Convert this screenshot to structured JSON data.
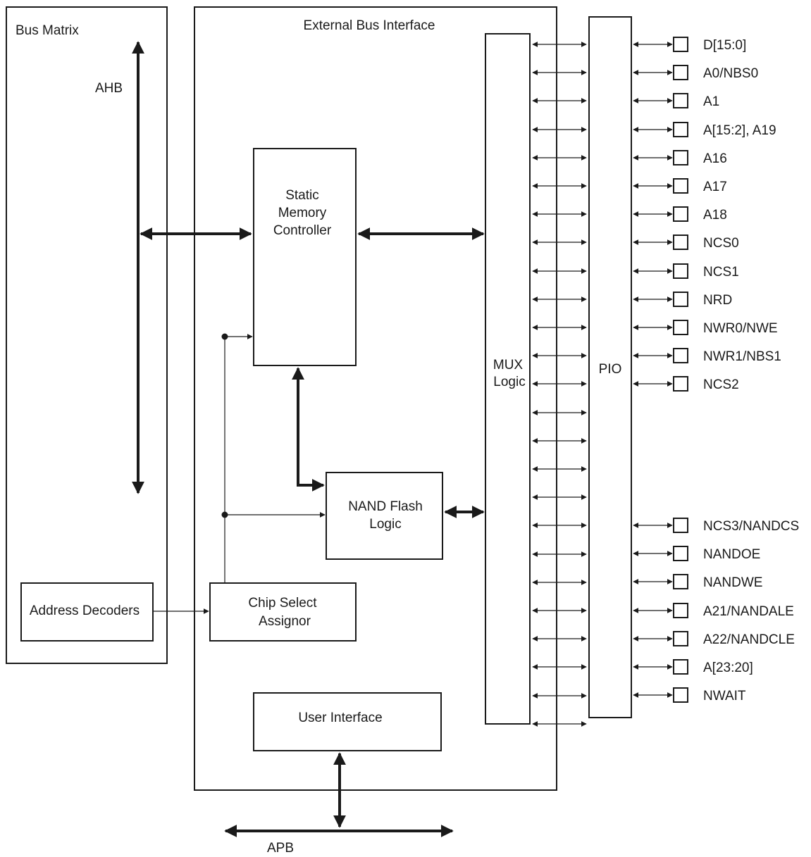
{
  "blocks": {
    "bus_matrix": "Bus Matrix",
    "ahb": "AHB",
    "address_decoders": "Address Decoders",
    "ebi": "External Bus Interface",
    "smc": [
      "Static",
      "Memory",
      "Controller"
    ],
    "nand": [
      "NAND Flash",
      "Logic"
    ],
    "csa": [
      "Chip Select",
      "Assignor"
    ],
    "user_interface": "User Interface",
    "mux": [
      "MUX",
      "Logic"
    ],
    "pio": "PIO",
    "apb": "APB"
  },
  "pins_top": [
    "D[15:0]",
    "A0/NBS0",
    "A1",
    "A[15:2], A19",
    "A16",
    "A17",
    "A18",
    "NCS0",
    "NCS1",
    "NRD",
    "NWR0/NWE",
    "NWR1/NBS1",
    "NCS2"
  ],
  "pins_bottom": [
    "NCS3/NANDCS",
    "NANDOE",
    "NANDWE",
    "A21/NANDALE",
    "A22/NANDCLE",
    "A[23:20]",
    "NWAIT"
  ]
}
